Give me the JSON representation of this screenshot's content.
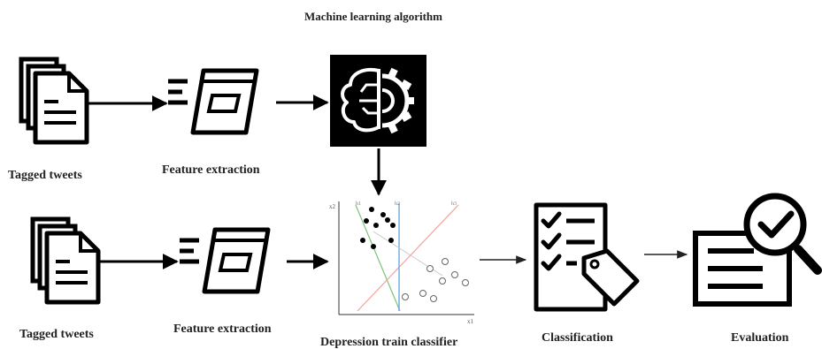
{
  "title": "Machine learning algorithm",
  "labels": {
    "tagged_tweets_top": "Tagged tweets",
    "feature_extraction_top": "Feature extraction",
    "tagged_tweets_bottom": "Tagged tweets",
    "feature_extraction_bottom": "Feature extraction",
    "depression_train_classifier": "Depression train classifier",
    "classification": "Classification",
    "evaluation": "Evaluation"
  },
  "plot_labels": {
    "x_axis": "x1",
    "y_axis": "x2",
    "line_a": "h1",
    "line_b": "h2",
    "line_c": "h3"
  },
  "icons": {
    "documents": "document-stack-icon",
    "feature": "feature-extraction-icon",
    "algorithm": "brain-gear-icon",
    "classification": "checklist-tag-icon",
    "evaluation": "magnifier-check-icon"
  },
  "colors": {
    "ink": "#000000",
    "algorithm_bg": "#000000",
    "line_green": "#7cc47c",
    "line_red": "#f2a19a",
    "line_blue": "#6fa8dc"
  }
}
